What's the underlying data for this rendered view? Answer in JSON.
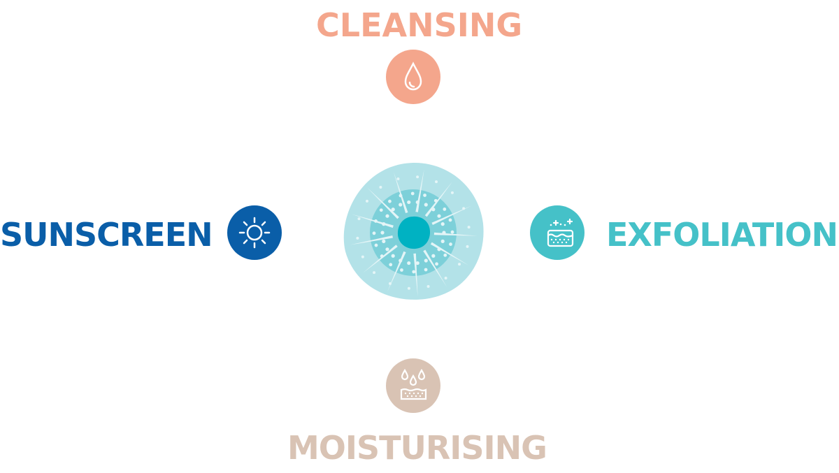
{
  "colors": {
    "cleansing": "#f4a68c",
    "sunscreen": "#0a5ea8",
    "exfoliation": "#45c1c8",
    "moisturising": "#d9c3b4",
    "center_outer": "#b3e2e8",
    "center_mid": "#7dd0d9",
    "center_core": "#00b2c2"
  },
  "items": [
    {
      "key": "cleansing",
      "label": "CLEANSING",
      "icon": "water-drop-icon"
    },
    {
      "key": "sunscreen",
      "label": "SUNSCREEN",
      "icon": "sun-icon"
    },
    {
      "key": "exfoliation",
      "label": "EXFOLIATION",
      "icon": "skin-sparkle-icon"
    },
    {
      "key": "moisturising",
      "label": "MOISTURISING",
      "icon": "skin-drops-icon"
    }
  ]
}
